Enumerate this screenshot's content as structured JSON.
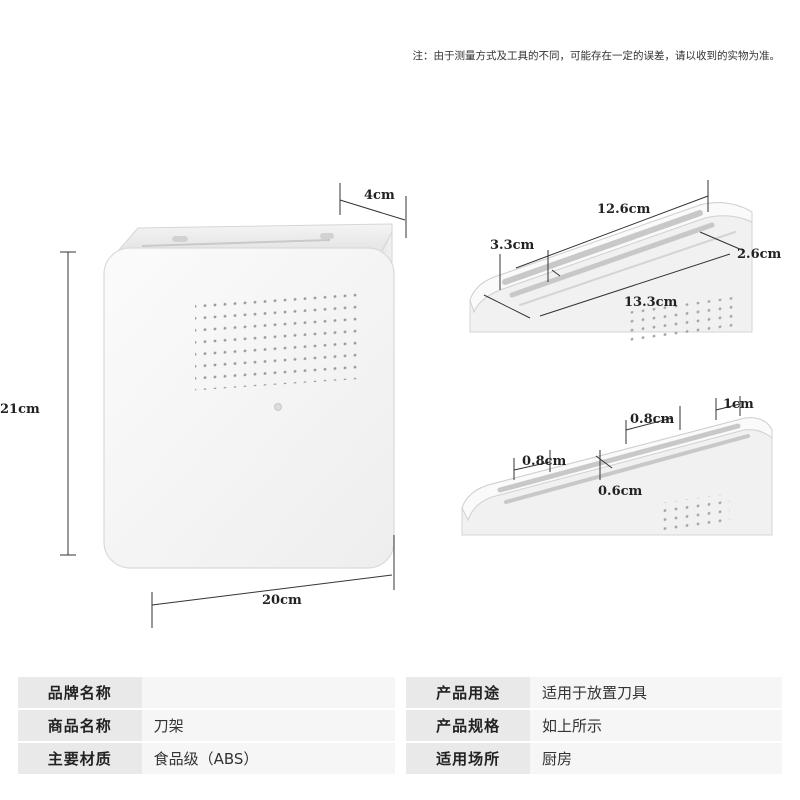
{
  "note": "注：由于测量方式及工具的不同，可能存在一定的误差，请以收到的实物为准。",
  "dimensions": {
    "depth": "4cm",
    "height": "21cm",
    "width": "20cm",
    "slot_length_top": "12.6cm",
    "slot_a_width": "3.3cm",
    "slot_b_width": "2.6cm",
    "slot_length_bottom": "13.3cm",
    "wall_right": "1cm",
    "slot_narrow_right": "0.8cm",
    "slot_narrow_left": "0.8cm",
    "wall_mid": "0.6cm"
  },
  "specs": [
    {
      "label": "品牌名称",
      "value": ""
    },
    {
      "label": "产品用途",
      "value": "适用于放置刀具"
    },
    {
      "label": "商品名称",
      "value": "刀架"
    },
    {
      "label": "产品规格",
      "value": "如上所示"
    },
    {
      "label": "主要材质",
      "value": "食品级（ABS）"
    },
    {
      "label": "适用场所",
      "value": "厨房"
    }
  ]
}
